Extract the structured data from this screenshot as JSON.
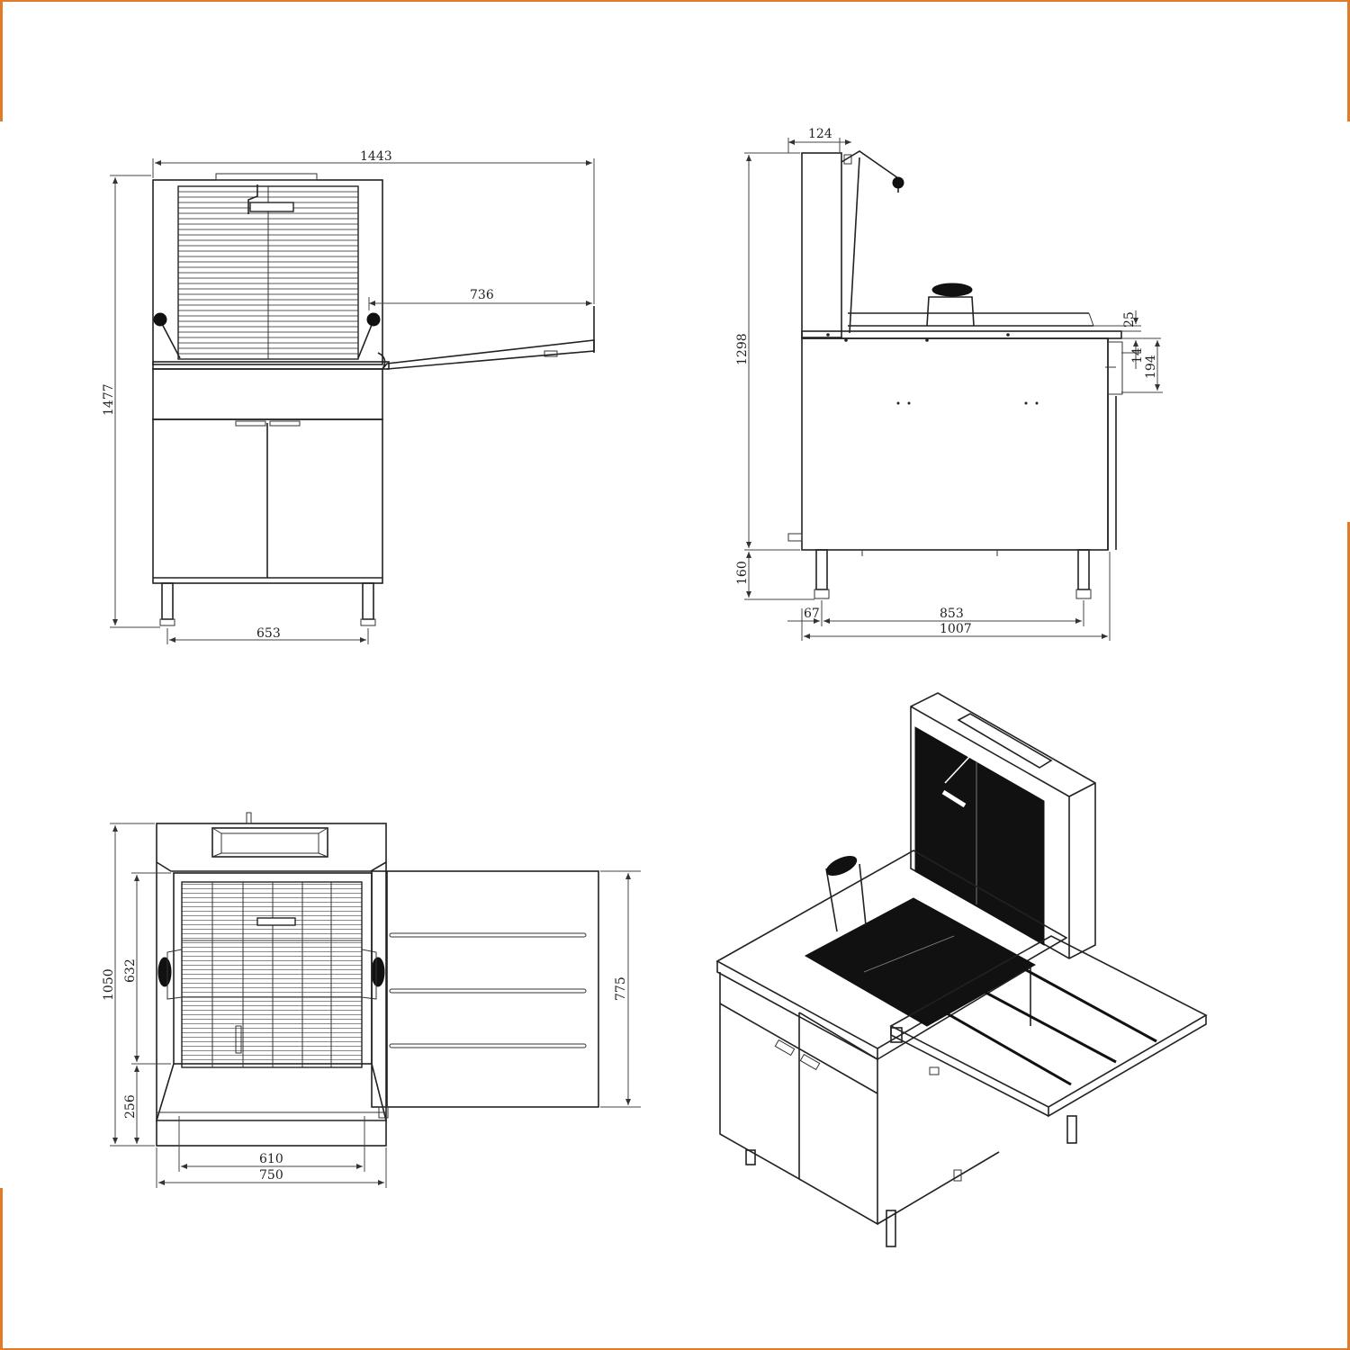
{
  "colors": {
    "frame_accent": "#e07b2a",
    "line": "#222222",
    "background": "#ffffff"
  },
  "front_view": {
    "dim_width_total": "1443",
    "dim_height_total": "1477",
    "dim_shelf_extension": "736",
    "dim_leg_span": "653"
  },
  "side_view": {
    "dim_top_offset": "124",
    "dim_height": "1298",
    "dim_leg_height": "160",
    "dim_rim_a": "25",
    "dim_rim_b": "14",
    "dim_rim_c": "194",
    "dim_leg_offset": "67",
    "dim_leg_span": "853",
    "dim_depth_total": "1007"
  },
  "top_view": {
    "dim_depth_total": "1050",
    "dim_basket_depth": "632",
    "dim_front_gap": "256",
    "dim_shelf_depth": "775",
    "dim_inner_width": "610",
    "dim_outer_width": "750"
  }
}
